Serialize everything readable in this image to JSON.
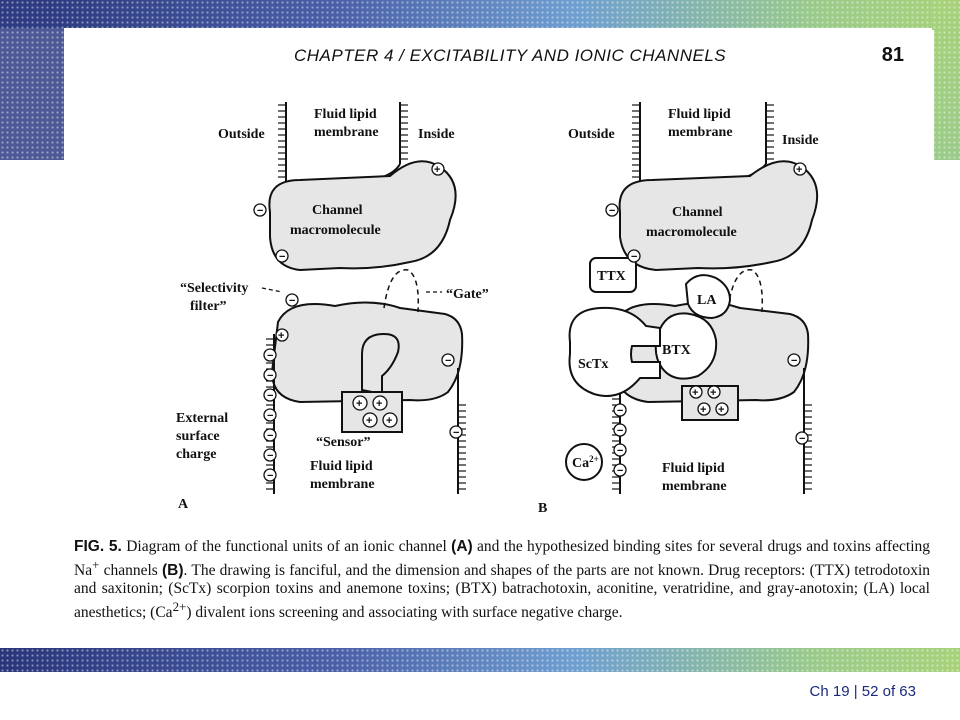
{
  "colors": {
    "frame_dark": "#28357a",
    "frame_light": "#a8d27a",
    "footer_text": "#1a2a7a"
  },
  "header": {
    "chapter_title": "CHAPTER 4 / EXCITABILITY AND IONIC CHANNELS",
    "page_number": "81"
  },
  "diagram_a": {
    "panel_label": "A",
    "outside": "Outside",
    "membrane_top_1": "Fluid lipid",
    "membrane_top_2": "membrane",
    "inside": "Inside",
    "channel_1": "Channel",
    "channel_2": "macromolecule",
    "selectivity_1": "“Selectivity",
    "selectivity_2": "filter”",
    "gate": "“Gate”",
    "external_1": "External",
    "external_2": "surface",
    "external_3": "charge",
    "sensor": "“Sensor”",
    "membrane_bottom_1": "Fluid lipid",
    "membrane_bottom_2": "membrane"
  },
  "diagram_b": {
    "panel_label": "B",
    "outside": "Outside",
    "membrane_top_1": "Fluid lipid",
    "membrane_top_2": "membrane",
    "inside": "Inside",
    "channel_1": "Channel",
    "channel_2": "macromolecule",
    "ttx": "TTX",
    "la": "LA",
    "btx": "BTX",
    "sctx": "ScTx",
    "ca": "Ca",
    "ca_sup": "2+",
    "membrane_bottom_1": "Fluid lipid",
    "membrane_bottom_2": "membrane"
  },
  "caption": {
    "fig_label": "FIG. 5.",
    "t1": "Diagram of the functional units of an ionic channel ",
    "a": "(A)",
    "t2": " and the hypothesized binding sites for several drugs and toxins affecting Na",
    "na_sup": "+",
    "t3": " channels ",
    "b": "(B)",
    "t4": ". The drawing is fanciful, and the dimension and shapes of the parts are not known. Drug receptors: (TTX) tetrodotoxin and saxitonin; (ScTx) scorpion toxins and anemone toxins; (BTX) batrachotoxin, aconitine, veratridine, and gray-anotoxin; (LA) local anesthetics; (Ca",
    "ca_sup": "2+",
    "t5": ") divalent ions screening and associating with surface negative charge."
  },
  "footer": {
    "slide_counter": "Ch 19 | 52 of 63"
  }
}
